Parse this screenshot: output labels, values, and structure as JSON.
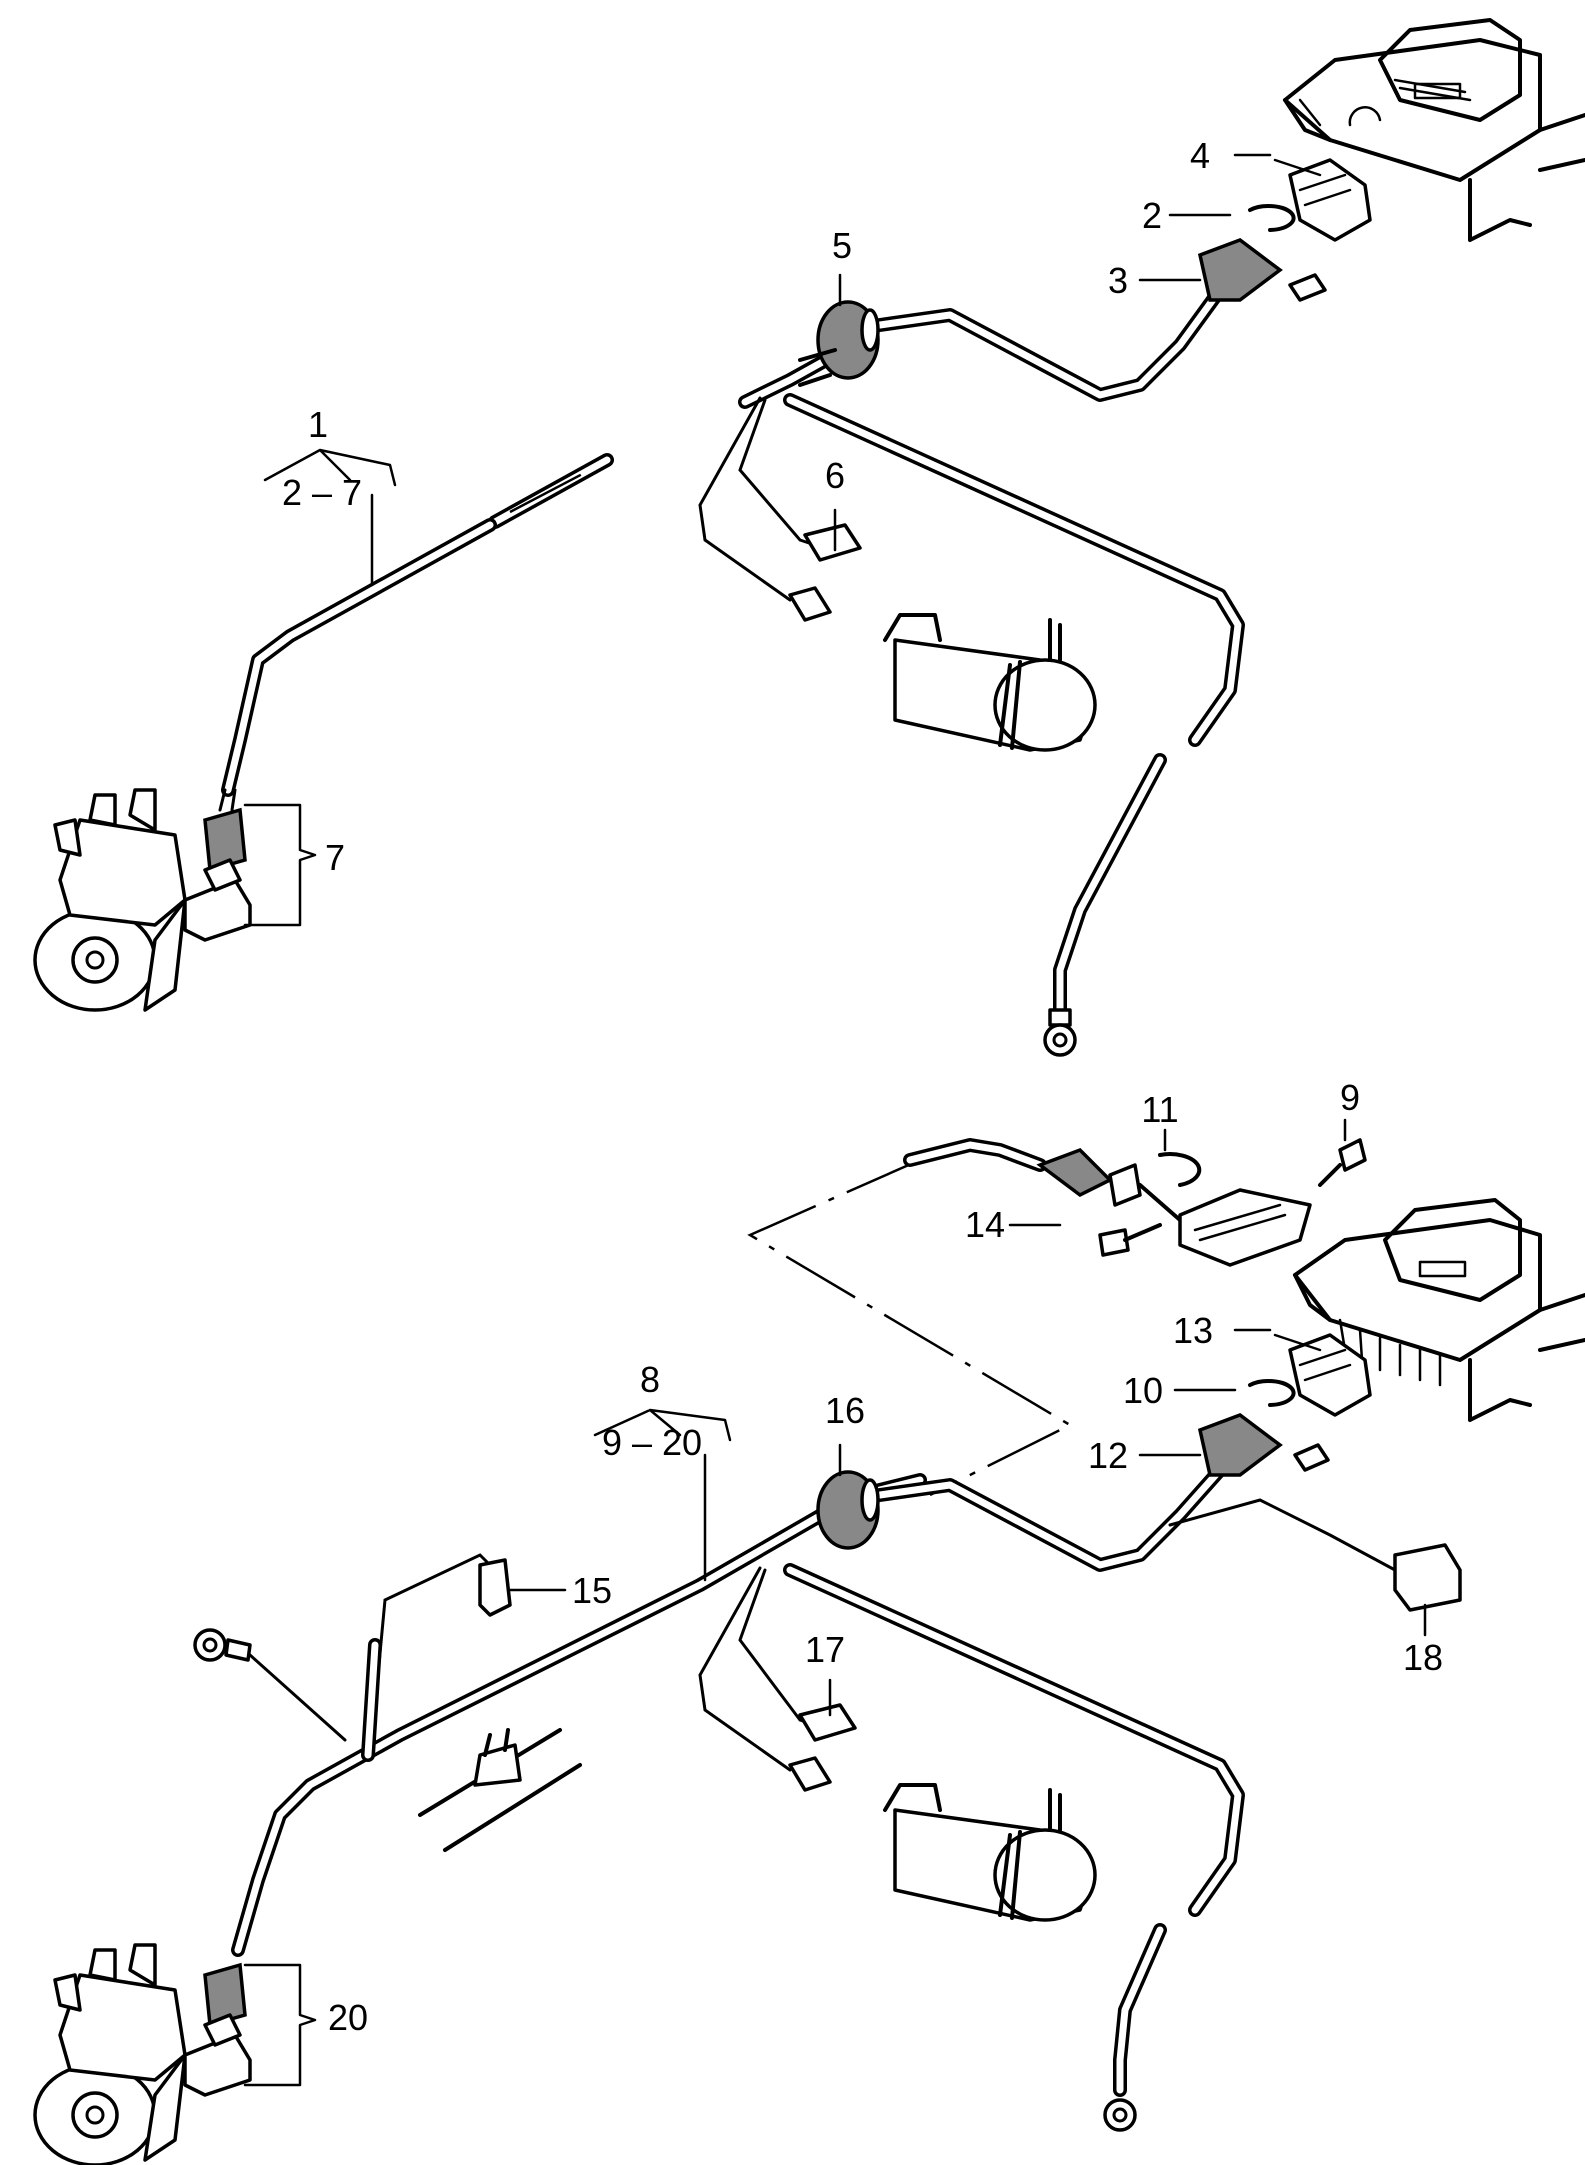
{
  "callouts": [
    {
      "id": "1",
      "text": "1"
    },
    {
      "id": "1r",
      "text": "2 – 7"
    },
    {
      "id": "2",
      "text": "2"
    },
    {
      "id": "3",
      "text": "3"
    },
    {
      "id": "4",
      "text": "4"
    },
    {
      "id": "5",
      "text": "5"
    },
    {
      "id": "6",
      "text": "6"
    },
    {
      "id": "7",
      "text": "7"
    },
    {
      "id": "8",
      "text": "8"
    },
    {
      "id": "8r",
      "text": "9 – 20"
    },
    {
      "id": "9",
      "text": "9"
    },
    {
      "id": "10",
      "text": "10"
    },
    {
      "id": "11",
      "text": "11"
    },
    {
      "id": "12",
      "text": "12"
    },
    {
      "id": "13",
      "text": "13"
    },
    {
      "id": "14",
      "text": "14"
    },
    {
      "id": "15",
      "text": "15"
    },
    {
      "id": "16",
      "text": "16"
    },
    {
      "id": "17",
      "text": "17"
    },
    {
      "id": "18",
      "text": "18"
    },
    {
      "id": "20",
      "text": "20"
    }
  ]
}
